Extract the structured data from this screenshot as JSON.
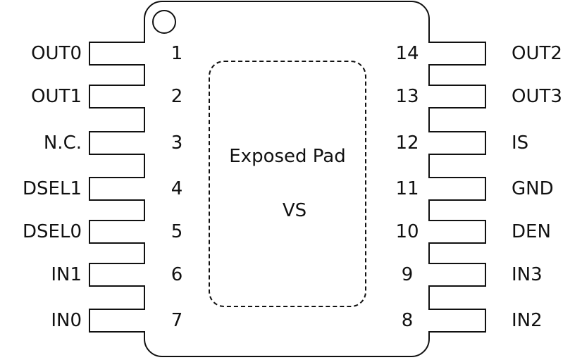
{
  "package": {
    "exposed_pad_label": "Exposed Pad",
    "exposed_pad_net": "VS"
  },
  "pins_left": [
    {
      "number": "1",
      "name": "OUT0"
    },
    {
      "number": "2",
      "name": "OUT1"
    },
    {
      "number": "3",
      "name": "N.C."
    },
    {
      "number": "4",
      "name": "DSEL1"
    },
    {
      "number": "5",
      "name": "DSEL0"
    },
    {
      "number": "6",
      "name": "IN1"
    },
    {
      "number": "7",
      "name": "IN0"
    }
  ],
  "pins_right": [
    {
      "number": "14",
      "name": "OUT2"
    },
    {
      "number": "13",
      "name": "OUT3"
    },
    {
      "number": "12",
      "name": "IS"
    },
    {
      "number": "11",
      "name": "GND"
    },
    {
      "number": "10",
      "name": "DEN"
    },
    {
      "number": "9",
      "name": "IN3"
    },
    {
      "number": "8",
      "name": "IN2"
    }
  ]
}
